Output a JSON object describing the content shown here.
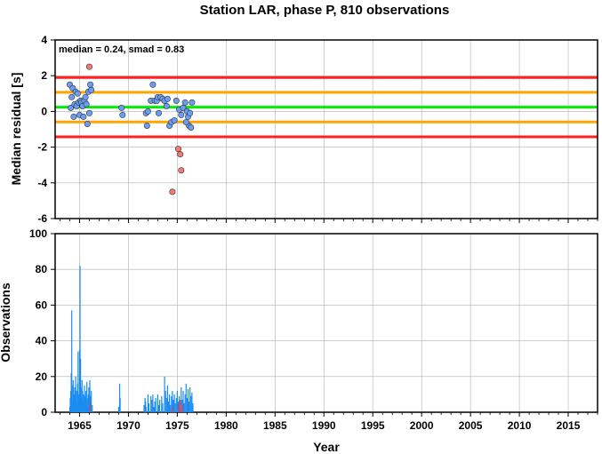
{
  "chart_data": {
    "title": "Station LAR, phase P, 810 observations",
    "xlabel": "Year",
    "x_ticks": [
      1965,
      1970,
      1975,
      1980,
      1985,
      1990,
      1995,
      2000,
      2005,
      2010,
      2015
    ],
    "xlim": [
      1962.5,
      2018
    ],
    "grid": true,
    "panels": [
      {
        "type": "scatter",
        "ylabel": "Median residual [s]",
        "ylim": [
          -6,
          4
        ],
        "y_ticks": [
          -6,
          -4,
          -2,
          0,
          2,
          4
        ],
        "annotation": "median = 0.24, smad = 0.83",
        "reference_lines": [
          {
            "y": 1.9,
            "color": "#ff2020"
          },
          {
            "y": 1.07,
            "color": "#ffa500"
          },
          {
            "y": 0.24,
            "color": "#00ee00"
          },
          {
            "y": -0.59,
            "color": "#ffa500"
          },
          {
            "y": -1.42,
            "color": "#ff2020"
          }
        ],
        "series": [
          {
            "color": "#6a9ef5",
            "points": [
              [
                1964.0,
                1.5
              ],
              [
                1964.1,
                0.2
              ],
              [
                1964.2,
                0.8
              ],
              [
                1964.3,
                1.3
              ],
              [
                1964.4,
                -0.3
              ],
              [
                1964.5,
                0.4
              ],
              [
                1964.6,
                1.1
              ],
              [
                1964.7,
                0.3
              ],
              [
                1964.8,
                1.0
              ],
              [
                1964.9,
                0.5
              ],
              [
                1965.0,
                -0.2
              ],
              [
                1965.1,
                0.6
              ],
              [
                1965.2,
                0.5
              ],
              [
                1965.3,
                0.3
              ],
              [
                1965.4,
                -0.3
              ],
              [
                1965.5,
                0.6
              ],
              [
                1965.6,
                0.8
              ],
              [
                1965.7,
                0.4
              ],
              [
                1965.8,
                -0.7
              ],
              [
                1965.9,
                1.1
              ],
              [
                1966.0,
                -0.1
              ],
              [
                1966.1,
                1.5
              ],
              [
                1966.2,
                1.2
              ],
              [
                1969.3,
                0.2
              ],
              [
                1969.4,
                -0.2
              ],
              [
                1971.8,
                -0.1
              ],
              [
                1971.9,
                -0.8
              ],
              [
                1972.0,
                0.0
              ],
              [
                1972.3,
                0.6
              ],
              [
                1972.5,
                1.5
              ],
              [
                1972.7,
                0.6
              ],
              [
                1972.9,
                0.6
              ],
              [
                1973.0,
                0.8
              ],
              [
                1973.1,
                -0.1
              ],
              [
                1973.3,
                0.8
              ],
              [
                1973.5,
                0.7
              ],
              [
                1973.7,
                0.6
              ],
              [
                1973.9,
                0.3
              ],
              [
                1974.0,
                0.7
              ],
              [
                1974.2,
                -0.8
              ],
              [
                1974.4,
                -0.6
              ],
              [
                1974.7,
                -0.5
              ],
              [
                1974.9,
                0.6
              ],
              [
                1975.2,
                0.1
              ],
              [
                1975.4,
                -0.2
              ],
              [
                1975.6,
                0.2
              ],
              [
                1975.8,
                0.5
              ],
              [
                1976.0,
                0.0
              ],
              [
                1976.1,
                -0.3
              ],
              [
                1976.2,
                -0.8
              ],
              [
                1976.3,
                -0.1
              ],
              [
                1976.4,
                -0.9
              ],
              [
                1976.5,
                0.5
              ],
              [
                1975.9,
                -0.6
              ]
            ]
          },
          {
            "color": "#f47a72",
            "points": [
              [
                1966.0,
                2.5
              ],
              [
                1974.5,
                -4.5
              ],
              [
                1975.1,
                -2.1
              ],
              [
                1975.3,
                -2.4
              ],
              [
                1975.4,
                -3.3
              ]
            ]
          }
        ]
      },
      {
        "type": "bar",
        "ylabel": "Observations",
        "ylim": [
          0,
          100
        ],
        "y_ticks": [
          0,
          20,
          40,
          60,
          80,
          100
        ],
        "series": [
          {
            "color": "#1a8cf0",
            "points": [
              [
                1964.0,
                3
              ],
              [
                1964.05,
                8
              ],
              [
                1964.1,
                12
              ],
              [
                1964.15,
                22
              ],
              [
                1964.2,
                57
              ],
              [
                1964.25,
                15
              ],
              [
                1964.3,
                6
              ],
              [
                1964.35,
                18
              ],
              [
                1964.4,
                10
              ],
              [
                1964.45,
                4
              ],
              [
                1964.5,
                14
              ],
              [
                1964.55,
                9
              ],
              [
                1964.6,
                20
              ],
              [
                1964.65,
                7
              ],
              [
                1964.7,
                12
              ],
              [
                1964.75,
                5
              ],
              [
                1964.8,
                16
              ],
              [
                1964.85,
                34
              ],
              [
                1964.9,
                10
              ],
              [
                1964.95,
                6
              ],
              [
                1965.0,
                35
              ],
              [
                1965.05,
                82
              ],
              [
                1965.1,
                30
              ],
              [
                1965.15,
                14
              ],
              [
                1965.2,
                8
              ],
              [
                1965.25,
                18
              ],
              [
                1965.3,
                12
              ],
              [
                1965.35,
                5
              ],
              [
                1965.4,
                10
              ],
              [
                1965.45,
                7
              ],
              [
                1965.5,
                15
              ],
              [
                1965.55,
                9
              ],
              [
                1965.6,
                4
              ],
              [
                1965.65,
                12
              ],
              [
                1965.7,
                6
              ],
              [
                1965.75,
                17
              ],
              [
                1965.8,
                8
              ],
              [
                1965.85,
                3
              ],
              [
                1965.9,
                10
              ],
              [
                1965.95,
                14
              ],
              [
                1966.0,
                6
              ],
              [
                1966.05,
                18
              ],
              [
                1966.1,
                9
              ],
              [
                1966.15,
                5
              ],
              [
                1966.2,
                12
              ],
              [
                1966.3,
                4
              ],
              [
                1969.0,
                3
              ],
              [
                1969.1,
                16
              ],
              [
                1969.15,
                8
              ],
              [
                1971.6,
                4
              ],
              [
                1971.7,
                8
              ],
              [
                1971.75,
                6
              ],
              [
                1971.8,
                3
              ],
              [
                1972.0,
                10
              ],
              [
                1972.1,
                5
              ],
              [
                1972.3,
                9
              ],
              [
                1972.4,
                7
              ],
              [
                1972.5,
                10
              ],
              [
                1972.6,
                3
              ],
              [
                1972.7,
                6
              ],
              [
                1972.8,
                8
              ],
              [
                1973.0,
                10
              ],
              [
                1973.1,
                4
              ],
              [
                1973.2,
                7
              ],
              [
                1973.4,
                9
              ],
              [
                1973.5,
                5
              ],
              [
                1973.7,
                20
              ],
              [
                1973.8,
                12
              ],
              [
                1973.9,
                8
              ],
              [
                1974.0,
                15
              ],
              [
                1974.1,
                6
              ],
              [
                1974.2,
                10
              ],
              [
                1974.3,
                4
              ],
              [
                1974.4,
                9
              ],
              [
                1974.5,
                12
              ],
              [
                1974.6,
                7
              ],
              [
                1974.7,
                10
              ],
              [
                1974.8,
                5
              ],
              [
                1974.9,
                8
              ],
              [
                1975.0,
                12
              ],
              [
                1975.1,
                6
              ],
              [
                1975.2,
                9
              ],
              [
                1975.4,
                14
              ],
              [
                1975.5,
                7
              ],
              [
                1975.6,
                12
              ],
              [
                1975.7,
                5
              ],
              [
                1975.8,
                10
              ],
              [
                1975.9,
                16
              ],
              [
                1976.0,
                8
              ],
              [
                1976.1,
                13
              ],
              [
                1976.2,
                6
              ],
              [
                1976.3,
                14
              ],
              [
                1976.4,
                9
              ],
              [
                1976.5,
                11
              ],
              [
                1976.6,
                5
              ]
            ]
          },
          {
            "color": "#e8384a",
            "points": [
              [
                1966.1,
                5
              ],
              [
                1974.5,
                3
              ],
              [
                1975.1,
                5
              ],
              [
                1975.3,
                7
              ],
              [
                1975.5,
                4
              ]
            ]
          }
        ]
      }
    ]
  }
}
